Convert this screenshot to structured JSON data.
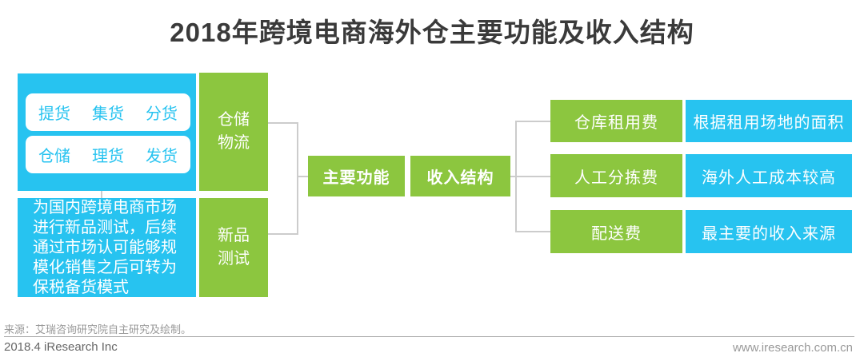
{
  "title": "2018年跨境电商海外仓主要功能及收入结构",
  "colors": {
    "cyan": "#27c3f0",
    "green": "#8cc63f",
    "connector": "#cccccc",
    "title_text": "#3a3a3a"
  },
  "left_panel": {
    "tag_rows": [
      [
        "提货",
        "集货",
        "分货"
      ],
      [
        "仓储",
        "理货",
        "发货"
      ]
    ],
    "warehouse_lines": [
      "仓储",
      "物流"
    ],
    "description": "为国内跨境电商市场进行新品测试，后续通过市场认可能够规模化销售之后可转为保税备货模式",
    "new_product_lines": [
      "新品",
      "测试"
    ]
  },
  "center": {
    "main_functions": "主要功能",
    "revenue_structure": "收入结构"
  },
  "right_panel": {
    "rows": [
      {
        "fee": "仓库租用费",
        "note": "根据租用场地的面积"
      },
      {
        "fee": "人工分拣费",
        "note": "海外人工成本较高"
      },
      {
        "fee": "配送费",
        "note": "最主要的收入来源"
      }
    ]
  },
  "footer": {
    "source": "来源：艾瑞咨询研究院自主研究及绘制。",
    "date_company": "2018.4 iResearch Inc",
    "website": "www.iresearch.com.cn"
  }
}
